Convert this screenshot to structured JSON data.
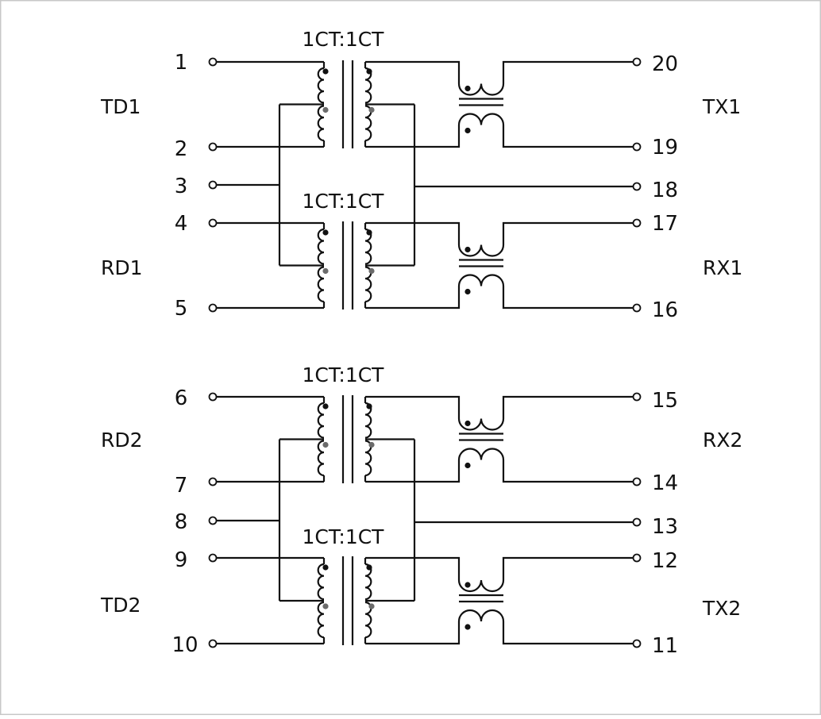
{
  "transformers": [
    {
      "ratio": "1CT:1CT"
    },
    {
      "ratio": "1CT:1CT"
    },
    {
      "ratio": "1CT:1CT"
    },
    {
      "ratio": "1CT:1CT"
    }
  ],
  "pins": {
    "left": [
      "1",
      "2",
      "3",
      "4",
      "5",
      "6",
      "7",
      "8",
      "9",
      "10"
    ],
    "right": [
      "20",
      "19",
      "18",
      "17",
      "16",
      "15",
      "14",
      "13",
      "12",
      "11"
    ]
  },
  "signals": {
    "left": [
      "TD1",
      "RD1",
      "RD2",
      "TD2"
    ],
    "right": [
      "TX1",
      "RX1",
      "RX2",
      "TX2"
    ]
  },
  "colors": {
    "line": "#111111",
    "border": "#c8c8c8",
    "primary_dot": "#111111",
    "secondary_dot": "#6b6b6b"
  }
}
